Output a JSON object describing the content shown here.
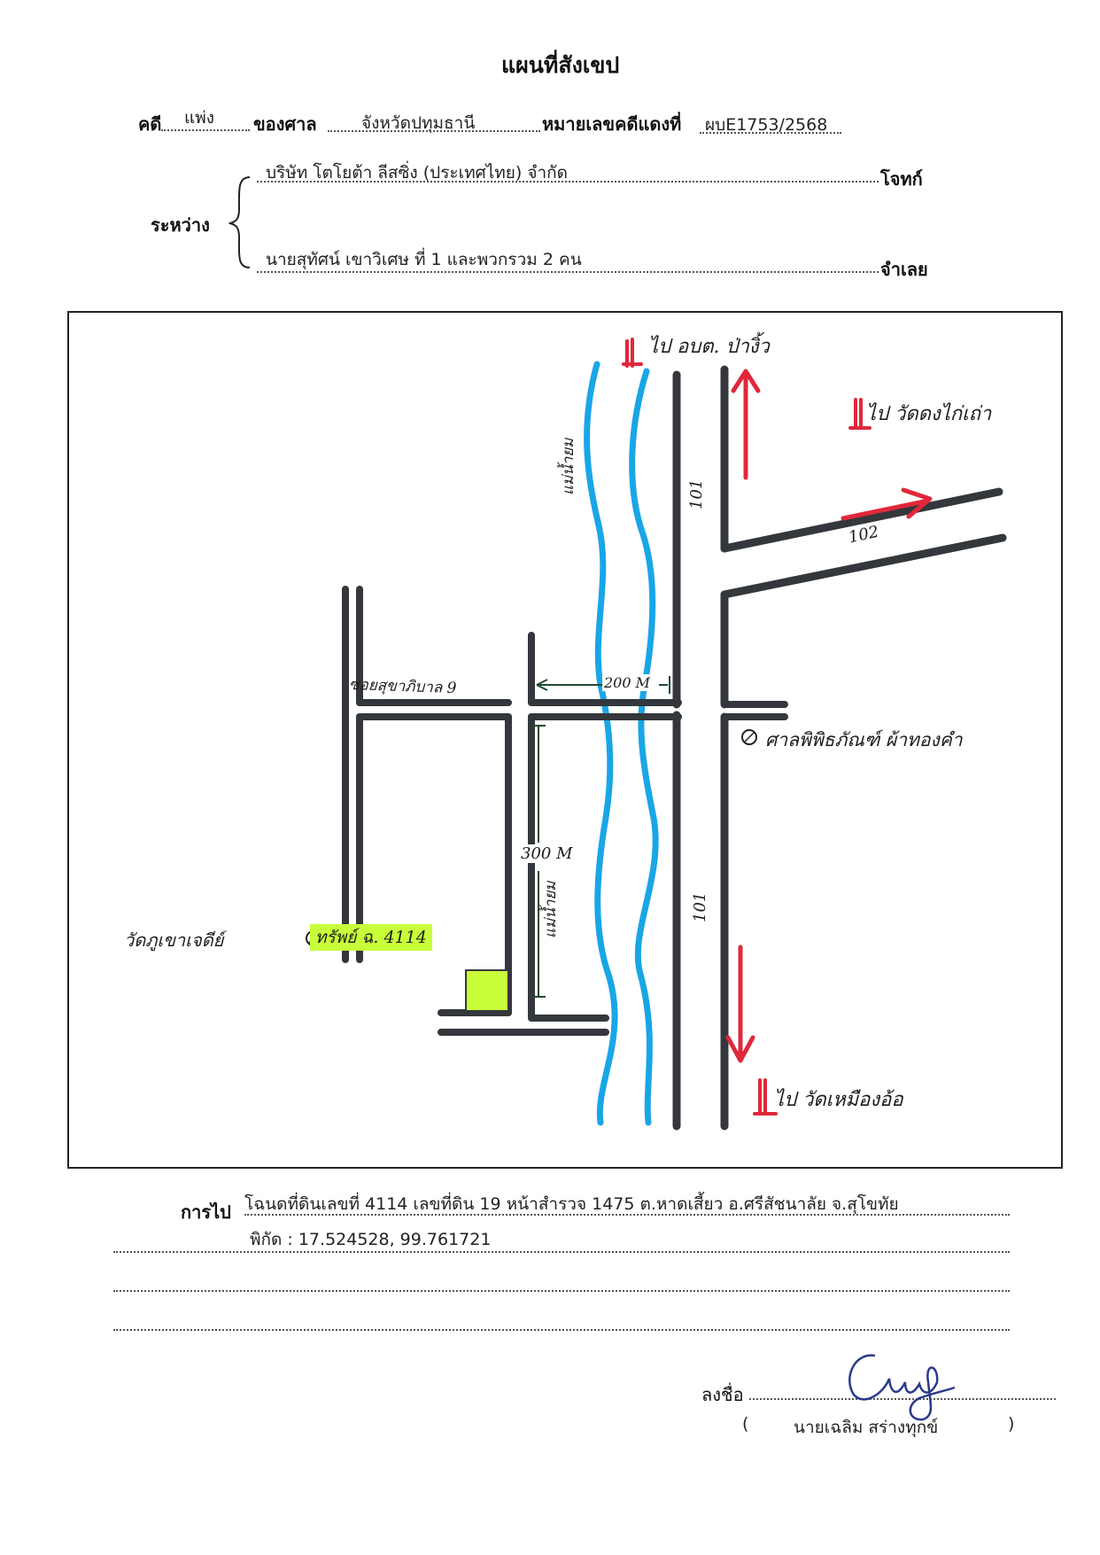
{
  "header": {
    "title": "แผนที่สังเขป",
    "case_label": "คดี",
    "case_type": "แพ่ง",
    "court_label": "ของศาล",
    "court_name": "จังหวัดปทุมธานี",
    "red_case_label": "หมายเลขคดีแดงที่",
    "red_case_number": "ผบE1753/2568",
    "between_label": "ระหว่าง",
    "plaintiff_name": "บริษัท โตโยต้า ลีสซิ่ง (ประเทศไทย) จำกัด",
    "plaintiff_role": "โจทก์",
    "defendant_name": "นายสุทัศน์ เขาวิเศษ ที่ 1 และพวกรวม 2 คน",
    "defendant_role": "จำเลย"
  },
  "map": {
    "label_top_district": "ไป อบต. ป่างิ้ว",
    "label_temple_northeast": "ไป วัดดงไก่เถ่า",
    "label_temple_south": "ไป วัดเหมืองอ้อ",
    "label_museum": "ศาลพิพิธภัณฑ์ ผ้าทองคำ",
    "label_temple_west": "วัดภูเขาเจดีย์",
    "label_soi": "ซอยสุขาภิบาล 9",
    "label_river_upper": "แม่น้ำยม",
    "label_river_lower": "แม่น้ำยม",
    "road_101_upper": "101",
    "road_101_lower": "101",
    "road_102": "102",
    "distance_horizontal": "200 M",
    "distance_vertical": "300 M",
    "property_label": "ทรัพย์ ฉ. 4114",
    "colors": {
      "river": "#19a6e6",
      "road": "#34373b",
      "arrow": "#e0283a",
      "marker": "#e0283a",
      "property": "#c8ff3a",
      "distance": "#1f4a32"
    }
  },
  "directions": {
    "label": "การไป",
    "line1": "โฉนดที่ดินเลขที่ 4114 เลขที่ดิน 19 หน้าสำรวจ 1475 ต.หาดเสี้ยว อ.ศรีสัชนาลัย จ.สุโขทัย",
    "line2": "พิกัด : 17.524528, 99.761721"
  },
  "signature": {
    "sign_label": "ลงชื่อ",
    "open_paren": "(",
    "signer_name": "นายเฉลิม  สร่างทุกข์",
    "close_paren": ")"
  }
}
